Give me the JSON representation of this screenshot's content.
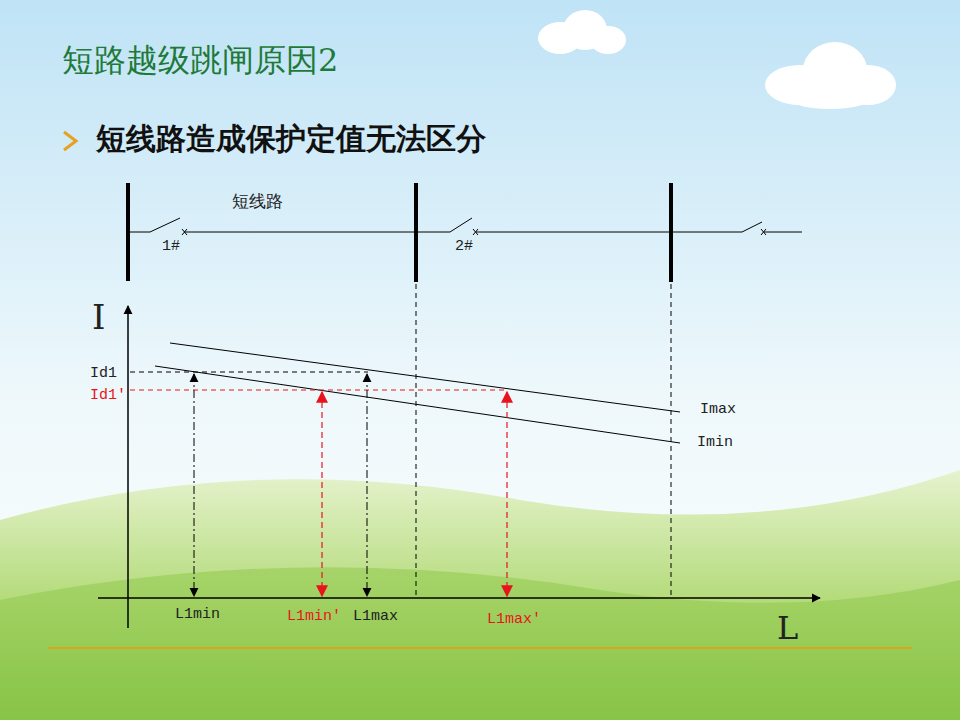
{
  "diagram": {
    "title": "短路越级跳闸原因2",
    "labels": [
      "短线路造成保护定值无法区分",
      "短线路",
      "1#",
      "2#",
      "I",
      "Id1",
      "Id1'",
      "Imax",
      "Imin",
      "L1min",
      "L1min'",
      "L1max",
      "L1max'",
      "L"
    ]
  }
}
